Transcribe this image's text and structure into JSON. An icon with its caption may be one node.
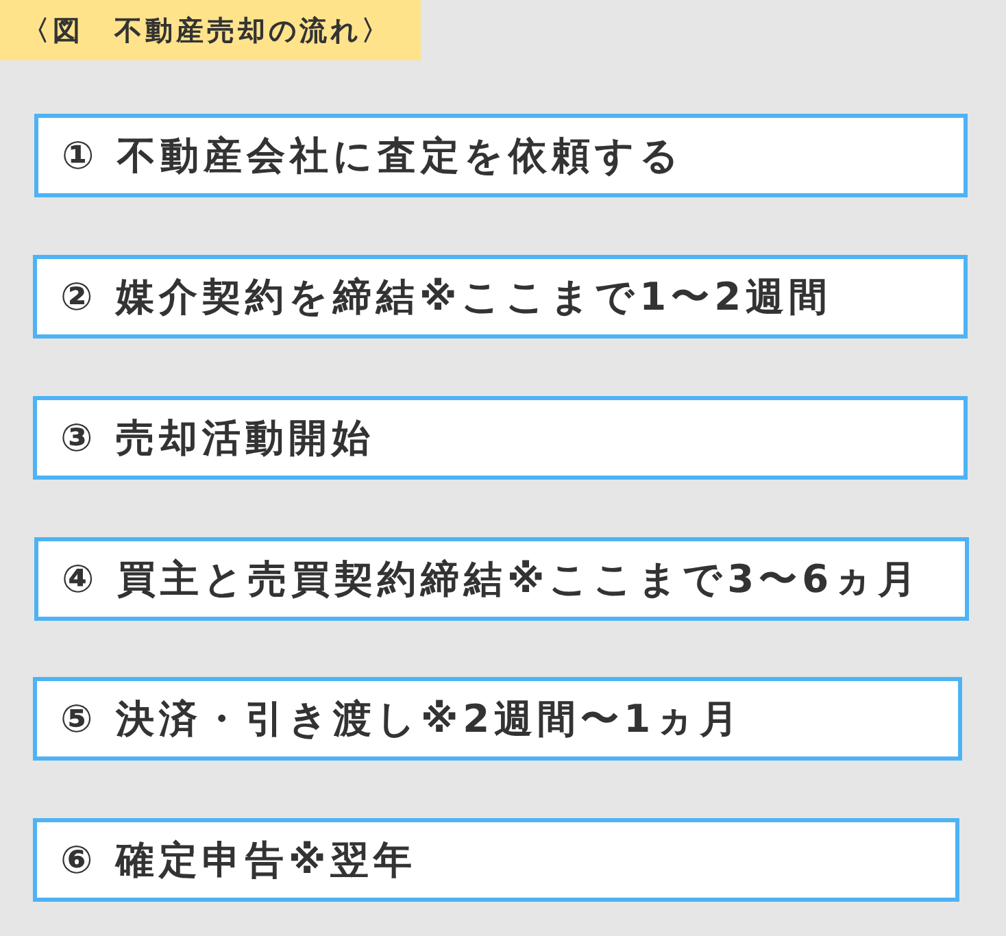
{
  "diagram": {
    "title": "〈図　不動産売却の流れ〉",
    "nodes": [
      {
        "text": [
          "① 不動産会社に査定を依頼する"
        ]
      },
      {
        "text": [
          "② 媒介契約を締結※ここまで1〜2週間"
        ]
      },
      {
        "text": [
          "③ 売却活動開始"
        ]
      },
      {
        "text": [
          "④ 買主と売買契約締結※ここまで3〜6ヵ月"
        ]
      },
      {
        "text": [
          "⑤ 決済・引き渡し※2週間〜1ヵ月"
        ]
      },
      {
        "text": [
          "⑥ 確定申告※翌年"
        ]
      }
    ]
  }
}
